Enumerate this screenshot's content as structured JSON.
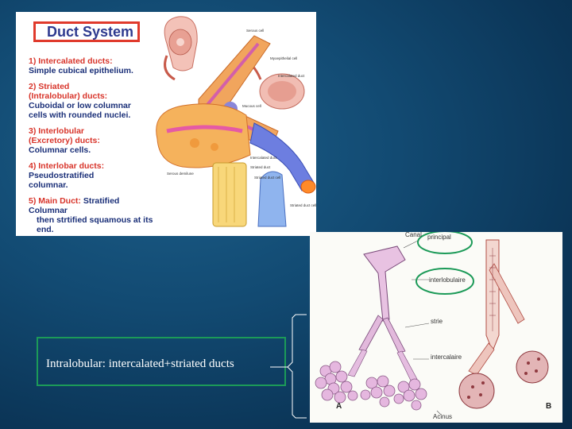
{
  "figure1": {
    "title": "Duct System",
    "items": [
      {
        "heading": "1) Intercalated ducts:",
        "body": [
          "Simple cubical epithelium."
        ]
      },
      {
        "heading": "2) Striated",
        "heading2": "(Intralobular) ducts:",
        "body": [
          "Cuboidal or low columnar",
          "cells with rounded nuclei."
        ]
      },
      {
        "heading": "3) Interlobular",
        "heading2": "(Excretory) ducts:",
        "body": [
          "Columnar cells."
        ]
      },
      {
        "heading": "4) Interlobar ducts:",
        "body": [
          "Pseudostratified",
          "columnar."
        ]
      }
    ],
    "item5": {
      "heading": "5) Main Duct:",
      "body1": "Stratified Columnar",
      "body2": "then strtified squamous at its end."
    }
  },
  "figure2": {
    "labels": {
      "canal": "Canal",
      "principal": "principal",
      "interlobulaire": "interlobulaire",
      "strie": "strie",
      "intercalaire": "intercalaire",
      "acinus": "Acinus",
      "a": "A",
      "b": "B"
    }
  },
  "caption": {
    "text": "Intralobular: intercalated+striated ducts",
    "border_color": "#1c9a58"
  },
  "colors": {
    "title_border": "#e03a2c",
    "heading_red": "#d8342a",
    "body_blue": "#1a2f78",
    "highlight_green": "#1c9a58"
  }
}
